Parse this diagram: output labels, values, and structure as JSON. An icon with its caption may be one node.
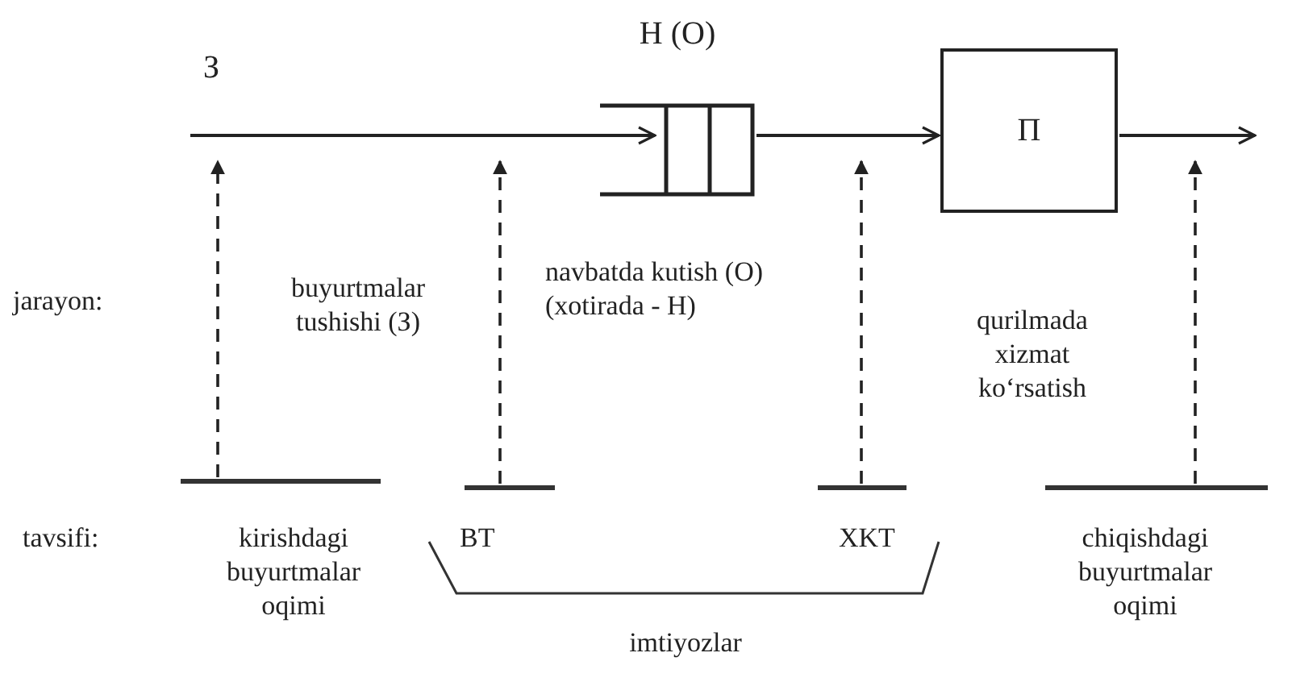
{
  "diagram": {
    "nodes": [
      {
        "text": [
          "Н (О)"
        ]
      },
      {
        "text": [
          "П"
        ]
      },
      {
        "text": [],
        "shape": "bar"
      },
      {
        "text": [],
        "shape": "bar"
      },
      {
        "text": [],
        "shape": "bar"
      },
      {
        "text": [],
        "shape": "bar"
      }
    ],
    "edges": [
      {
        "from": null,
        "to": 0,
        "arrow": "to",
        "label": "З"
      },
      {
        "from": 0,
        "to": 1,
        "arrow": "to"
      },
      {
        "from": 1,
        "to": null,
        "arrow": "to"
      },
      {
        "from": 2,
        "to": null,
        "arrow": "to",
        "style": "dashed"
      },
      {
        "from": 3,
        "to": null,
        "arrow": "to",
        "style": "dashed"
      },
      {
        "from": 4,
        "to": null,
        "arrow": "to",
        "style": "dashed"
      },
      {
        "from": 5,
        "to": null,
        "arrow": "to",
        "style": "dashed"
      }
    ],
    "labels": [
      "jarayon:",
      "buyurtmalar tushishi (З)",
      "navbatda kutish (О) (xotirada - Н)",
      "qurilmada xizmat ko‘rsatish",
      "tavsifi:",
      "kirishdagi buyurtmalar oqimi",
      "BT",
      "XKT",
      "chiqishdagi buyurtmalar oqimi",
      "imtiyozlar"
    ]
  }
}
